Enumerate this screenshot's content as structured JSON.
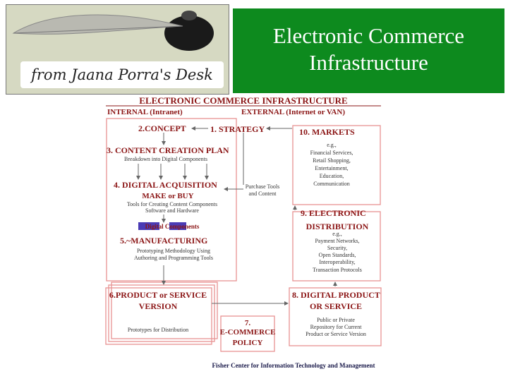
{
  "slide": {
    "title_line1": "Electronic Commerce",
    "title_line2": "Infrastructure",
    "banner_signature": "from Jaana Porra's Desk"
  },
  "diagram": {
    "heading": "ELECTRONIC COMMERCE INFRASTRUCTURE",
    "internal_label": "INTERNAL (Intranet)",
    "external_label": "EXTERNAL (Internet or VAN)",
    "concept": "2.CONCEPT",
    "strategy": "1. STRATEGY",
    "content_plan": "3. CONTENT CREATION PLAN",
    "content_plan_sub": "Breakdown into Digital Components",
    "acquisition": "4. DIGITAL ACQUISITION",
    "make_or_buy": "MAKE or BUY",
    "acq_sub1": "Tools for Creating Content Components",
    "acq_sub2": "Software and Hardware",
    "purchase_1": "Purchase Tools",
    "purchase_2": "and Content",
    "components": "Digital Components",
    "manufacturing": "5.~MANUFACTURING",
    "mfg_sub1": "Prototyping Methodology Using",
    "mfg_sub2": "Authoring and Programming Tools",
    "product1": "6.PRODUCT or SERVICE",
    "product2": "VERSION",
    "product_sub": "Prototypes for Distribution",
    "policy1": "7.",
    "policy2": "E-COMMERCE",
    "policy3": "POLICY",
    "markets": "10.  MARKETS",
    "markets_items": [
      "e.g.,",
      "Financial Services,",
      "Retail Shopping,",
      "Entertainment,",
      "Education,",
      "Communication"
    ],
    "distribution1": "9. ELECTRONIC",
    "distribution2": "DISTRIBUTION",
    "distribution_items": [
      "e.g.,",
      "Payment Networks,",
      "Security,",
      "Open Standards,",
      "Interoperability,",
      "Transaction Protocols"
    ],
    "digital_product1": "8. DIGITAL PRODUCT",
    "digital_product2": "OR SERVICE",
    "dp_items": [
      "Public or Private",
      "Repository for Current",
      "Product or Service Version"
    ],
    "footer": "Fisher Center for Information Technology and Management"
  },
  "colors": {
    "banner_green": "#0d8a1e",
    "diagram_text": "#8b1515",
    "box_border": "#e89292",
    "component_box": "#4a3bb5"
  }
}
